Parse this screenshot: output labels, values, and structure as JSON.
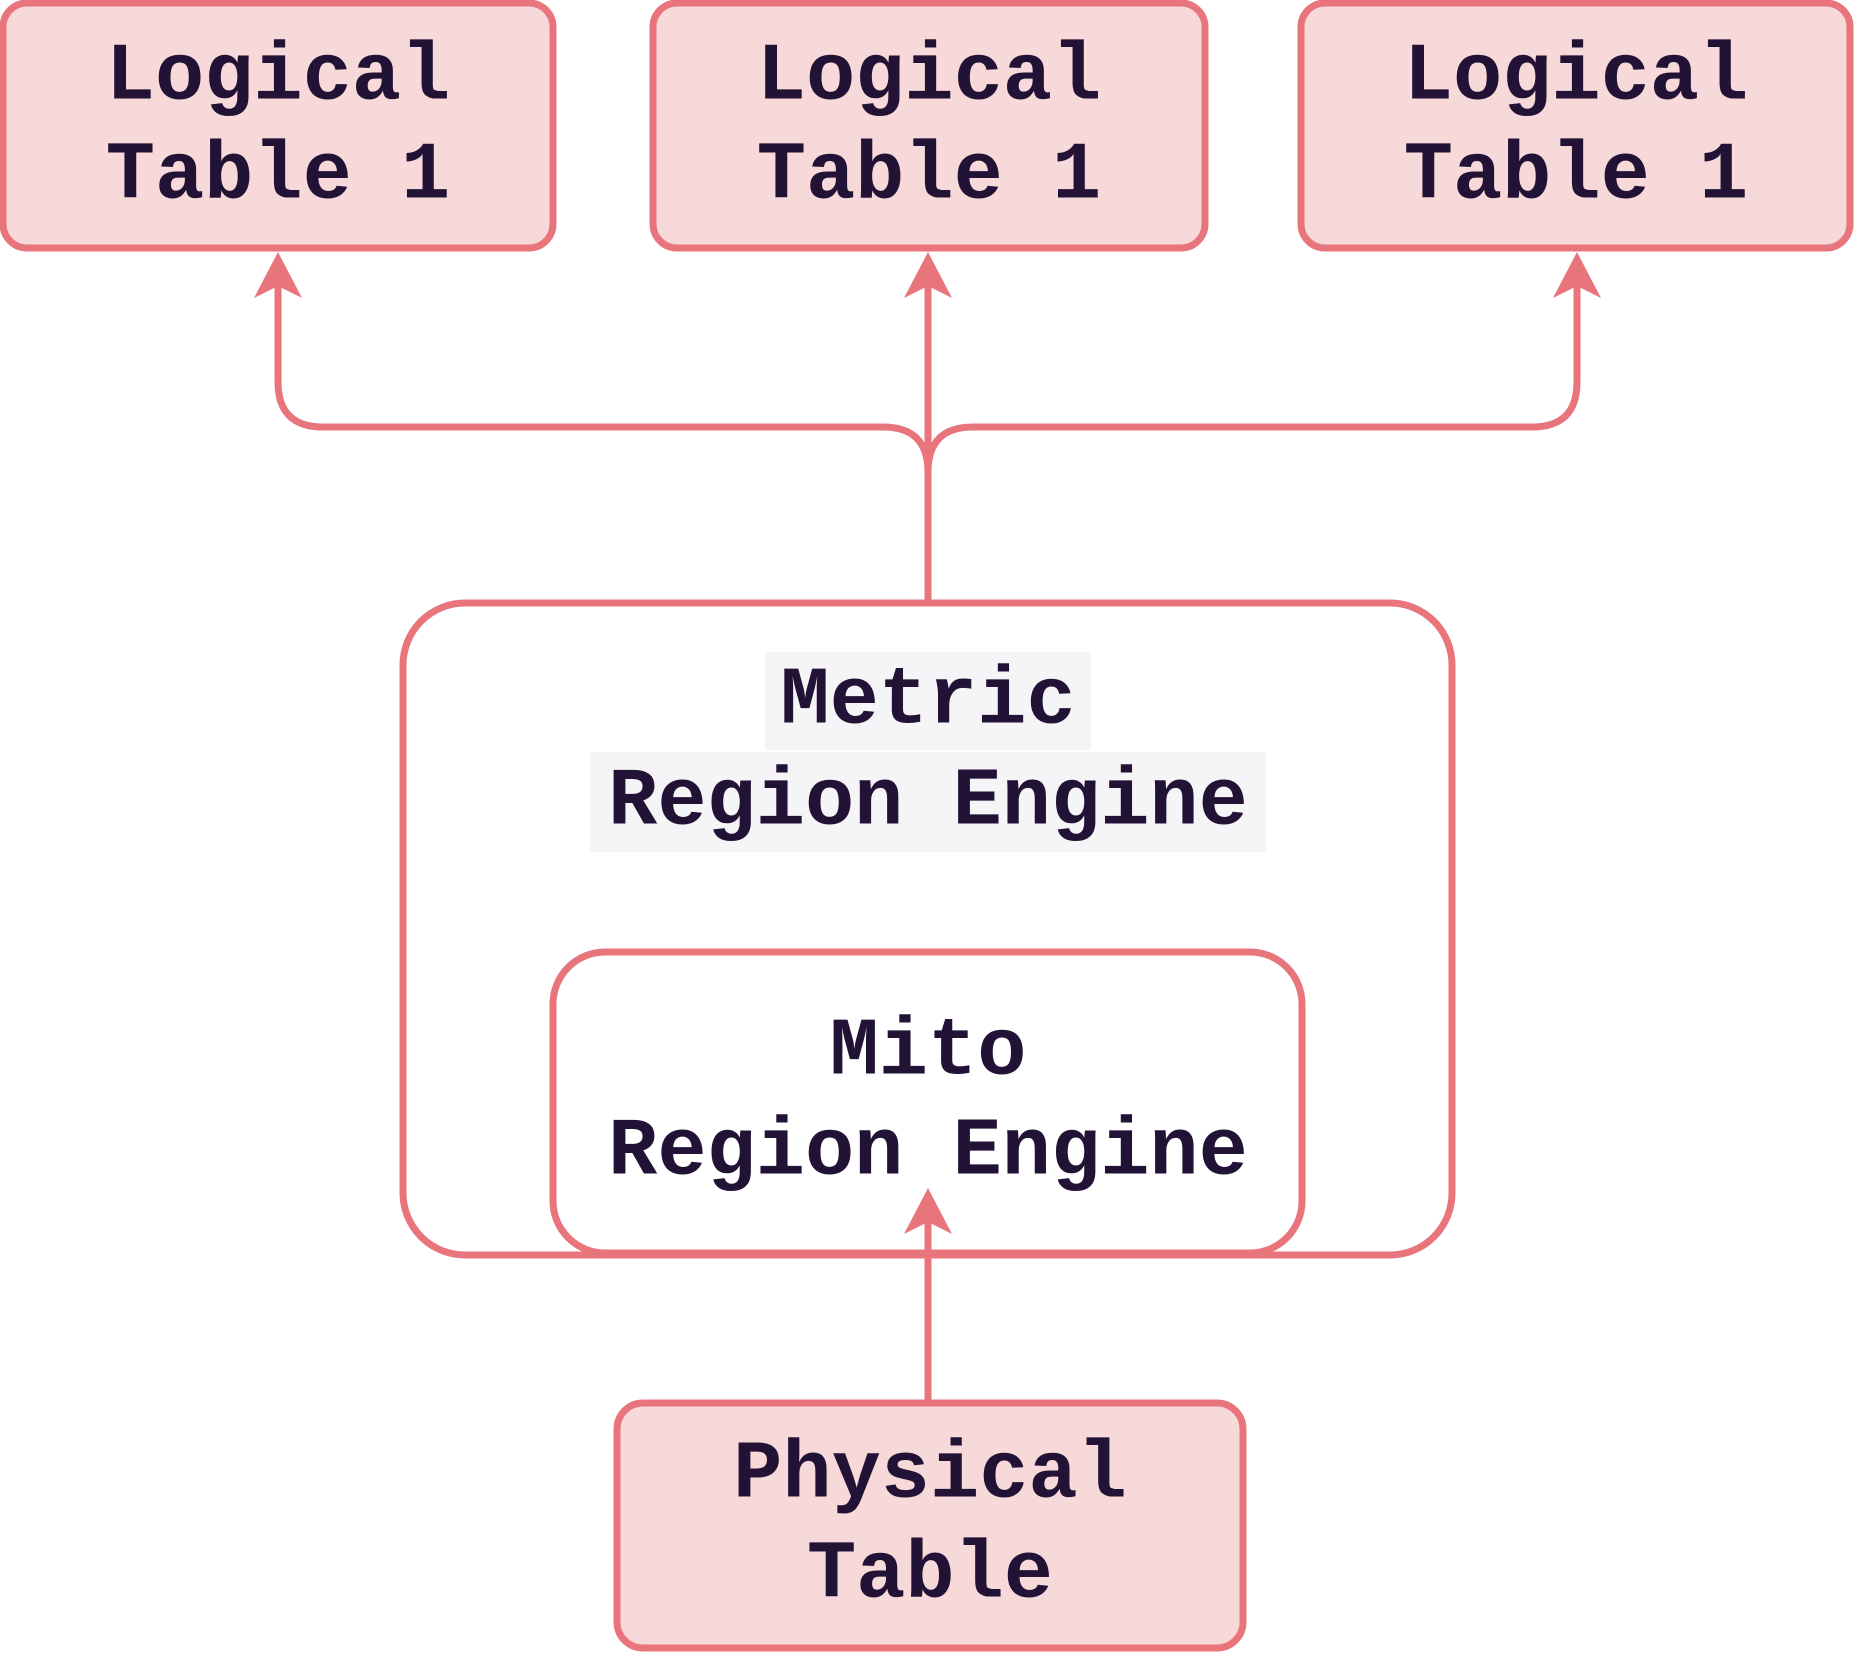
{
  "diagram": {
    "nodes": {
      "logical_table_a": {
        "label_line1": "Logical",
        "label_line2": "Table 1"
      },
      "logical_table_b": {
        "label_line1": "Logical",
        "label_line2": "Table 1"
      },
      "logical_table_c": {
        "label_line1": "Logical",
        "label_line2": "Table 1"
      },
      "metric_region_engine": {
        "label_line1": "Metric",
        "label_line2": "Region Engine"
      },
      "mito_region_engine": {
        "label_line1": "Mito",
        "label_line2": "Region Engine"
      },
      "physical_table": {
        "label_line1": "Physical",
        "label_line2": "Table"
      }
    },
    "edges": [
      {
        "from": "metric_region_engine",
        "to": "logical_table_a",
        "style": "arrow-up"
      },
      {
        "from": "metric_region_engine",
        "to": "logical_table_b",
        "style": "arrow-up"
      },
      {
        "from": "metric_region_engine",
        "to": "logical_table_c",
        "style": "arrow-up"
      },
      {
        "from": "physical_table",
        "to": "mito_region_engine",
        "style": "arrow-up"
      }
    ],
    "colors": {
      "accent": "#e8757c",
      "node_fill_pink": "#f8d9d9",
      "node_fill_white": "#ffffff",
      "text": "#221336",
      "text_highlight": "#f5f4f7",
      "background": "#ffffff"
    }
  }
}
